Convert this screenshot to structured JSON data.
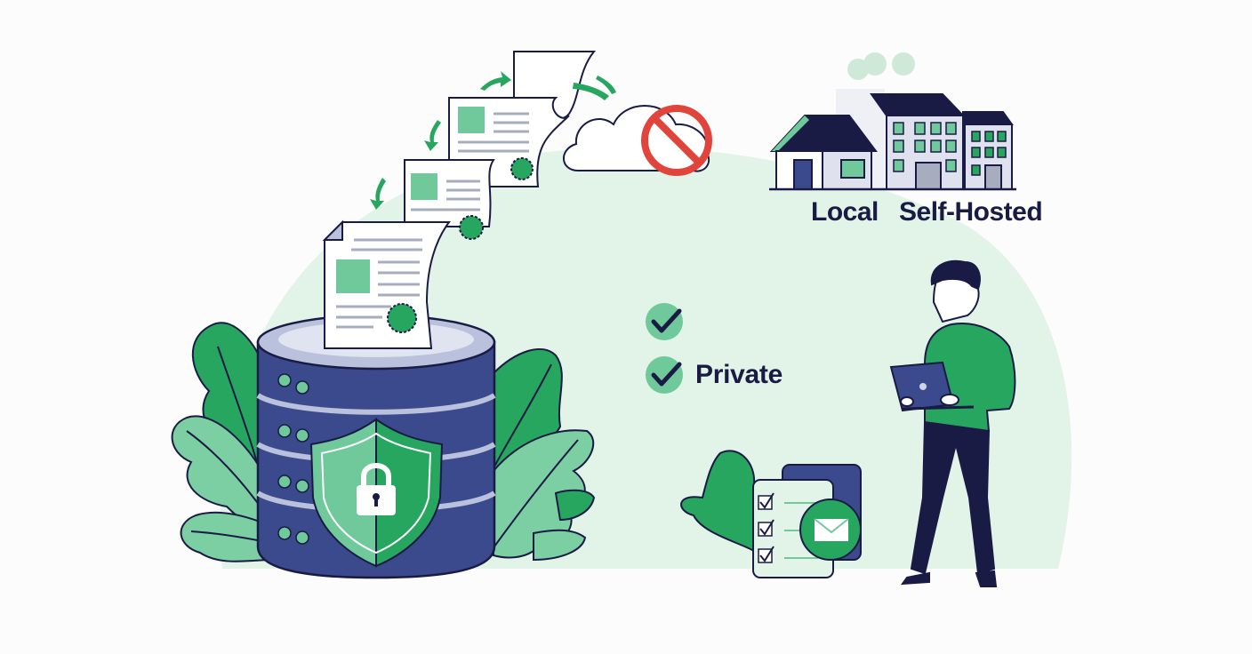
{
  "illustration": {
    "theme": "Private local self-hosted data storage",
    "labels": {
      "local": "Local",
      "self_hosted": "Self-Hosted",
      "private": "Private"
    },
    "checklist": [
      {
        "icon": "check-circle-icon",
        "label": ""
      },
      {
        "icon": "check-circle-icon",
        "label": "Private"
      }
    ],
    "elements": [
      "database-server-icon",
      "shield-lock-icon",
      "document-icon",
      "cloud-blocked-icon",
      "house-icon",
      "building-icon",
      "person-with-laptop",
      "checklist-icon",
      "email-bubble-icon",
      "leaf-decoration"
    ]
  },
  "colors": {
    "navy": "#1a1b45",
    "server_blue": "#3a4a8c",
    "server_light": "#b9c1dc",
    "green": "#27a660",
    "light_green": "#6fc99a",
    "pale_green": "#e2f3e8",
    "red": "#e0443a",
    "background": "#fbfcfb"
  }
}
